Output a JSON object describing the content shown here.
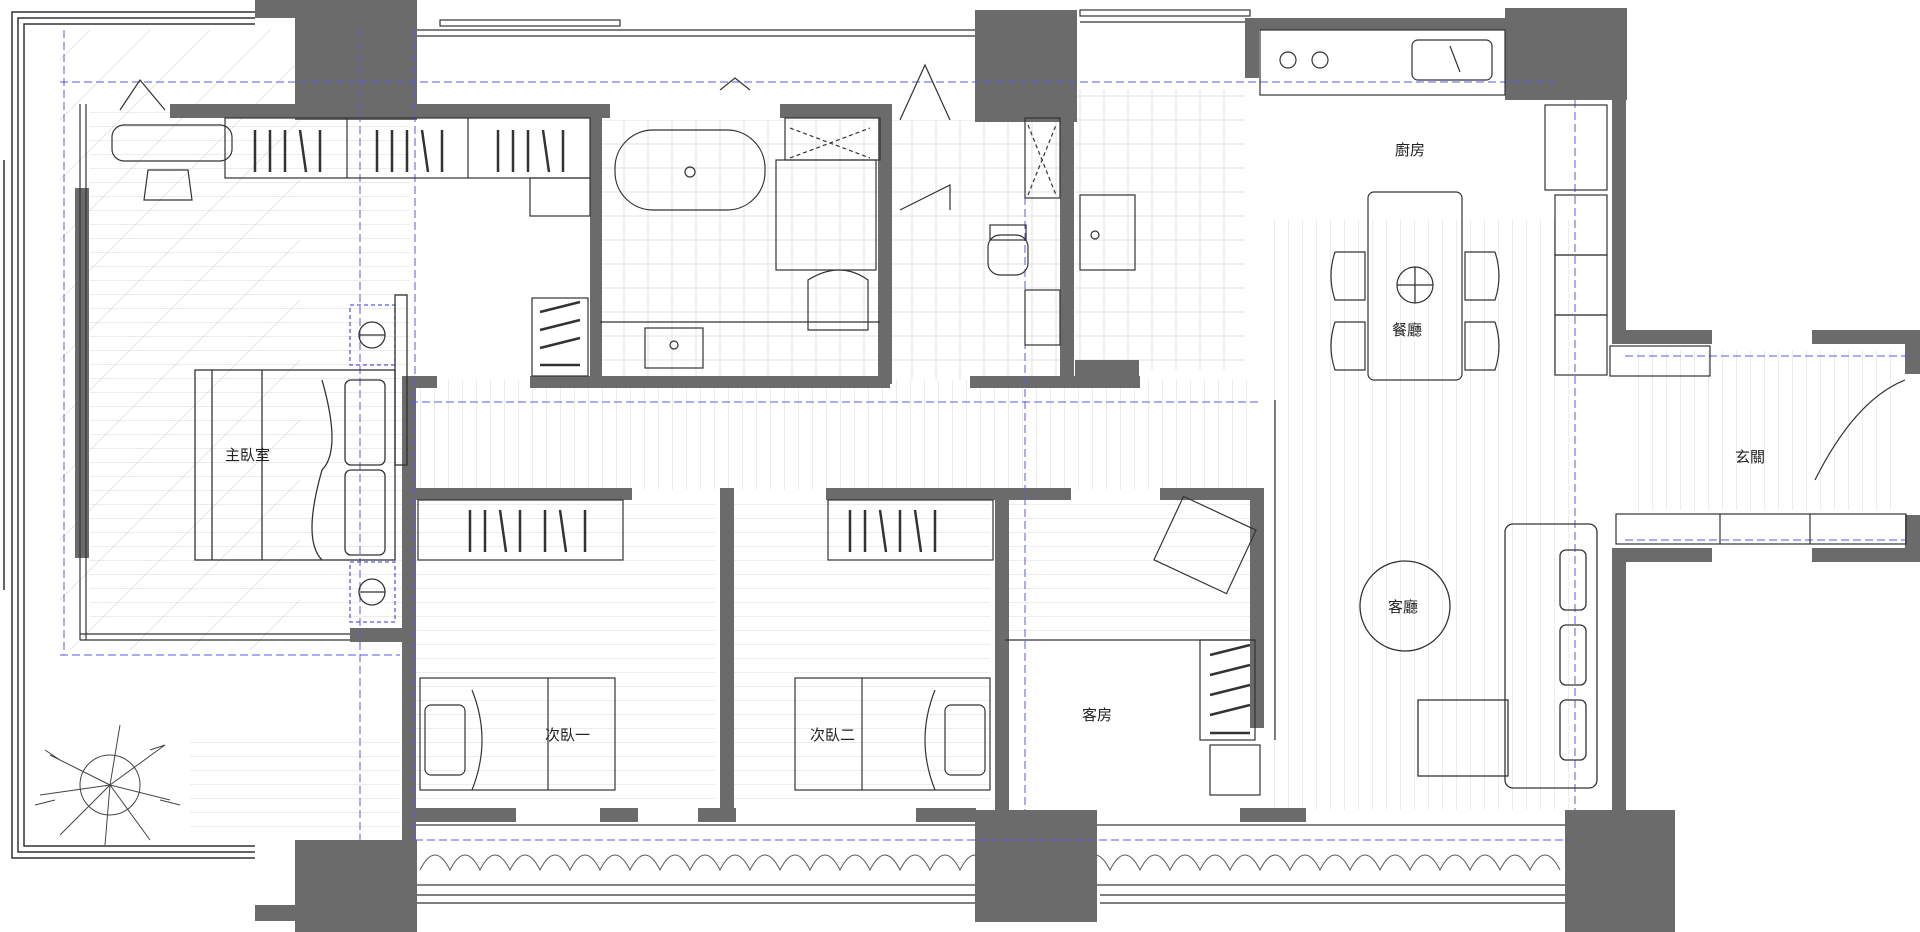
{
  "colors": {
    "wall": "#6b6b6b",
    "line": "#333333",
    "light_line": "#c8c8c8",
    "dashed": "#5a5ae6",
    "background": "#ffffff"
  },
  "rooms": {
    "master_bedroom": "主臥室",
    "bedroom_one": "次臥一",
    "bedroom_two": "次臥二",
    "guest_room": "客房",
    "kitchen": "廚房",
    "dining_room": "餐廳",
    "living_room": "客廳",
    "entrance": "玄關"
  }
}
